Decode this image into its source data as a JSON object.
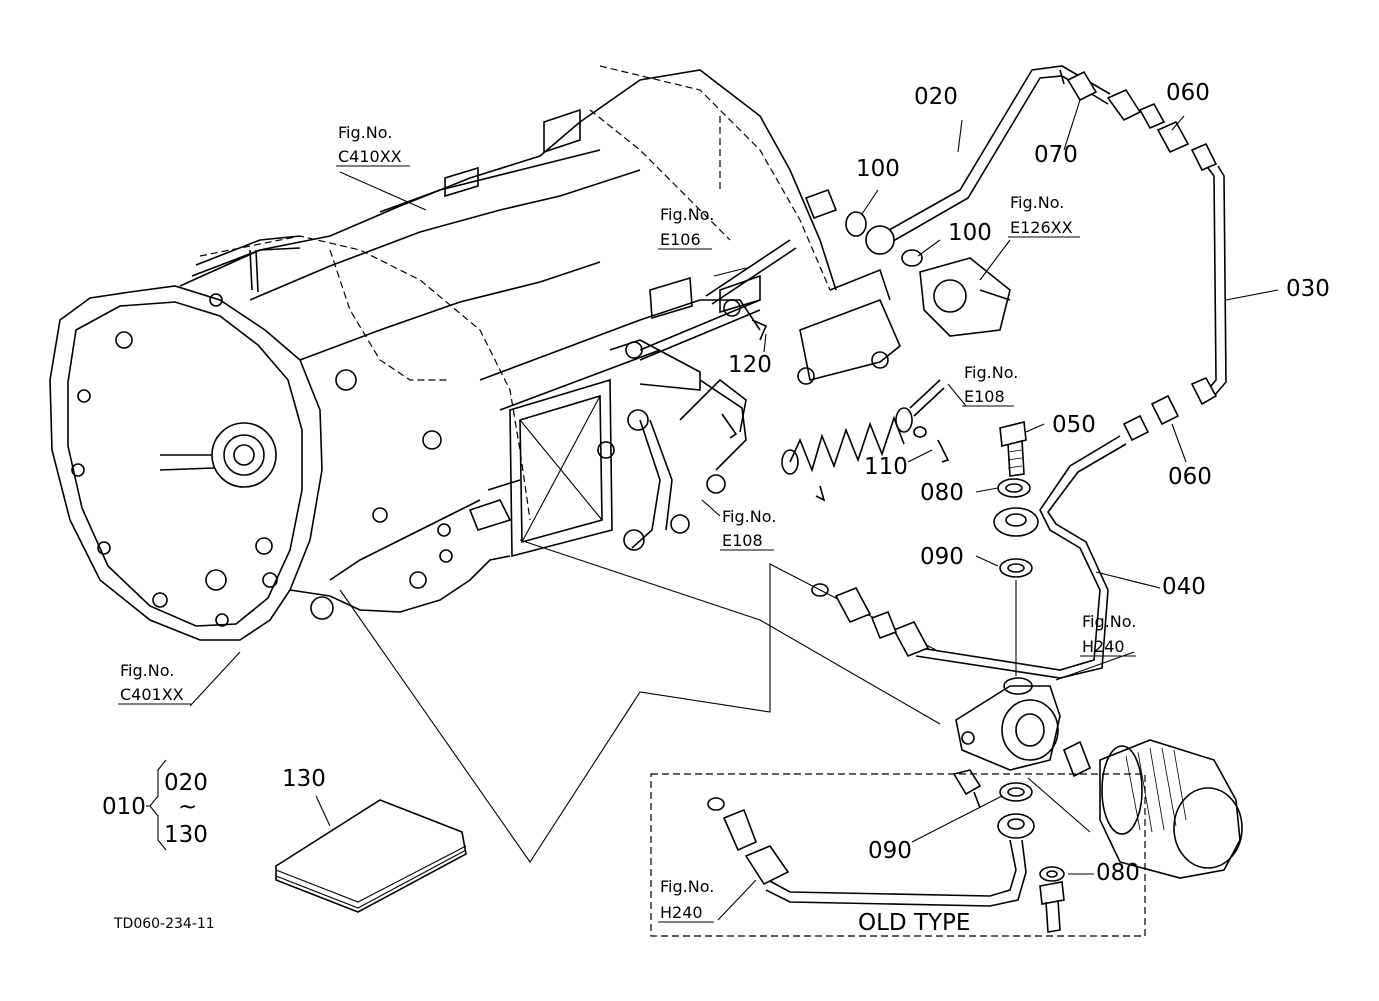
{
  "labels": {
    "p010": "010",
    "p020_main": "020",
    "p020_range": "020",
    "p030": "030",
    "p040": "040",
    "p050": "050",
    "p060a": "060",
    "p060b": "060",
    "p070": "070",
    "p080a": "080",
    "p080b": "080",
    "p090a": "090",
    "p090b": "090",
    "p100a": "100",
    "p100b": "100",
    "p110": "110",
    "p120": "120",
    "p130_main": "130",
    "p130_range": "130",
    "tilde": "~"
  },
  "figure_refs": {
    "fig_word": "Fig.No.",
    "c410": "C410XX",
    "c401": "C401XX",
    "e106": "E106",
    "e126": "E126XX",
    "e108a": "E108",
    "e108b": "E108",
    "h240a": "H240",
    "h240b": "H240"
  },
  "old_type_label": "OLD  TYPE",
  "drawing_code": "TD060-234-11"
}
